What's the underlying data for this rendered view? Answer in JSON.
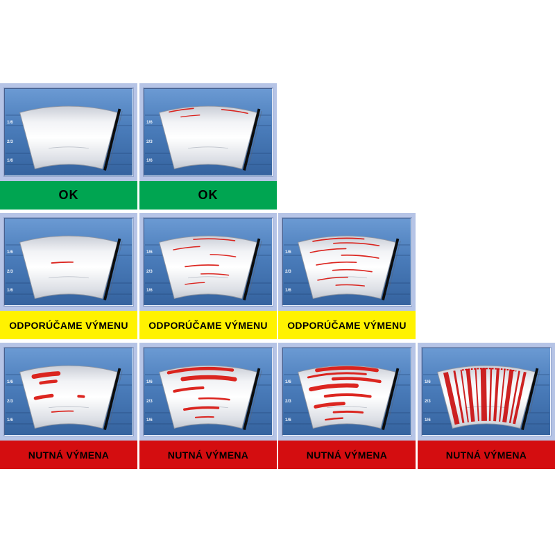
{
  "labels": {
    "ok": "OK",
    "recommend": "ODPORÚČAME VÝMENU",
    "replace": "NUTNÁ VÝMENA"
  },
  "status_colors": {
    "ok": "#00a551",
    "recommend": "#fff200",
    "replace": "#d40d10"
  },
  "zone_labels": [
    "1/6",
    "2/3",
    "1/6"
  ],
  "streak_color": "#d9150f",
  "stripe_color": "#c90f0f",
  "panel_colors": {
    "frame": "#b6c4e6",
    "glass_top": "#6b9ad3",
    "glass_mid": "#4a7cba",
    "glass_bottom": "#35639f"
  },
  "cells": [
    {
      "row": 0,
      "col": 0,
      "status": "ok",
      "streaks": [],
      "stripes": [],
      "top_marks": false
    },
    {
      "row": 0,
      "col": 1,
      "status": "ok",
      "top_marks": false,
      "stripes": [],
      "streaks": [
        {
          "t": 0.03,
          "a0": -0.8,
          "a1": -0.3,
          "w": 1.6
        },
        {
          "t": 0.05,
          "a0": 0.28,
          "a1": 0.82,
          "w": 1.6
        },
        {
          "t": 0.15,
          "a0": -0.58,
          "a1": -0.18,
          "w": 1.3
        }
      ]
    },
    {
      "row": 1,
      "col": 0,
      "status": "recommend",
      "top_marks": false,
      "stripes": [],
      "streaks": [
        {
          "t": 0.45,
          "a0": -0.4,
          "a1": 0.1,
          "w": 1.8
        }
      ]
    },
    {
      "row": 1,
      "col": 1,
      "status": "recommend",
      "top_marks": false,
      "stripes": [],
      "streaks": [
        {
          "t": 0.05,
          "a0": -0.3,
          "a1": 0.55,
          "w": 1.6
        },
        {
          "t": 0.18,
          "a0": -0.75,
          "a1": -0.18,
          "w": 1.5
        },
        {
          "t": 0.32,
          "a0": 0.05,
          "a1": 0.62,
          "w": 1.5
        },
        {
          "t": 0.5,
          "a0": -0.55,
          "a1": 0.25,
          "w": 1.7
        },
        {
          "t": 0.65,
          "a0": -0.18,
          "a1": 0.52,
          "w": 1.5
        },
        {
          "t": 0.8,
          "a0": -0.62,
          "a1": -0.1,
          "w": 1.4
        }
      ]
    },
    {
      "row": 1,
      "col": 2,
      "status": "recommend",
      "top_marks": false,
      "stripes": [],
      "streaks": [
        {
          "t": 0.04,
          "a0": -0.7,
          "a1": 0.35,
          "w": 1.7
        },
        {
          "t": 0.12,
          "a0": -0.28,
          "a1": 0.68,
          "w": 1.6
        },
        {
          "t": 0.22,
          "a0": -0.8,
          "a1": -0.02,
          "w": 1.6
        },
        {
          "t": 0.33,
          "a0": -0.12,
          "a1": 0.72,
          "w": 1.7
        },
        {
          "t": 0.45,
          "a0": -0.72,
          "a1": 0.22,
          "w": 1.7
        },
        {
          "t": 0.58,
          "a0": -0.35,
          "a1": 0.62,
          "w": 1.6
        },
        {
          "t": 0.71,
          "a0": -0.76,
          "a1": 0.02,
          "w": 1.6
        },
        {
          "t": 0.84,
          "a0": -0.3,
          "a1": 0.48,
          "w": 1.5
        }
      ]
    },
    {
      "row": 2,
      "col": 0,
      "status": "replace",
      "top_marks": false,
      "stripes": [],
      "streaks": [
        {
          "t": 0.13,
          "a0": -0.74,
          "a1": -0.22,
          "w": 6.5
        },
        {
          "t": 0.26,
          "a0": -0.62,
          "a1": -0.28,
          "w": 4.5
        },
        {
          "t": 0.5,
          "a0": -0.8,
          "a1": -0.4,
          "w": 5
        },
        {
          "t": 0.52,
          "a0": 0.24,
          "a1": 0.36,
          "w": 4
        },
        {
          "t": 0.78,
          "a0": -0.45,
          "a1": 0.12,
          "w": 1.8
        }
      ]
    },
    {
      "row": 2,
      "col": 1,
      "status": "replace",
      "top_marks": false,
      "stripes": [],
      "streaks": [
        {
          "t": 0.05,
          "a0": -0.82,
          "a1": 0.5,
          "w": 4.5
        },
        {
          "t": 0.2,
          "a0": -0.55,
          "a1": 0.58,
          "w": 6
        },
        {
          "t": 0.38,
          "a0": -0.78,
          "a1": -0.12,
          "w": 4
        },
        {
          "t": 0.56,
          "a0": -0.22,
          "a1": 0.52,
          "w": 2.6
        },
        {
          "t": 0.72,
          "a0": -0.62,
          "a1": 0.26,
          "w": 3.6
        },
        {
          "t": 0.88,
          "a0": -0.35,
          "a1": 0.15,
          "w": 2
        }
      ]
    },
    {
      "row": 2,
      "col": 2,
      "status": "replace",
      "top_marks": false,
      "stripes": [],
      "streaks": [
        {
          "t": 0.04,
          "a0": -0.62,
          "a1": 0.62,
          "w": 5
        },
        {
          "t": 0.13,
          "a0": -0.82,
          "a1": 0.4,
          "w": 3
        },
        {
          "t": 0.22,
          "a0": -0.3,
          "a1": 0.72,
          "w": 4.5
        },
        {
          "t": 0.34,
          "a0": -0.82,
          "a1": 0.22,
          "w": 6
        },
        {
          "t": 0.5,
          "a0": -0.52,
          "a1": 0.56,
          "w": 4
        },
        {
          "t": 0.65,
          "a0": -0.8,
          "a1": -0.08,
          "w": 5
        },
        {
          "t": 0.79,
          "a0": -0.35,
          "a1": 0.42,
          "w": 3
        },
        {
          "t": 0.9,
          "a0": -0.6,
          "a1": -0.12,
          "w": 2.4
        }
      ]
    },
    {
      "row": 2,
      "col": 3,
      "status": "replace",
      "top_marks": true,
      "streaks": [],
      "stripes": [
        {
          "a": -0.84,
          "w": 7
        },
        {
          "a": -0.66,
          "w": 3
        },
        {
          "a": -0.52,
          "w": 2
        },
        {
          "a": -0.38,
          "w": 5.5
        },
        {
          "a": -0.22,
          "w": 2
        },
        {
          "a": -0.06,
          "w": 8
        },
        {
          "a": 0.1,
          "w": 2.5
        },
        {
          "a": 0.24,
          "w": 4
        },
        {
          "a": 0.38,
          "w": 2
        },
        {
          "a": 0.52,
          "w": 6
        },
        {
          "a": 0.68,
          "w": 2.5
        },
        {
          "a": 0.8,
          "w": 4
        }
      ]
    }
  ]
}
